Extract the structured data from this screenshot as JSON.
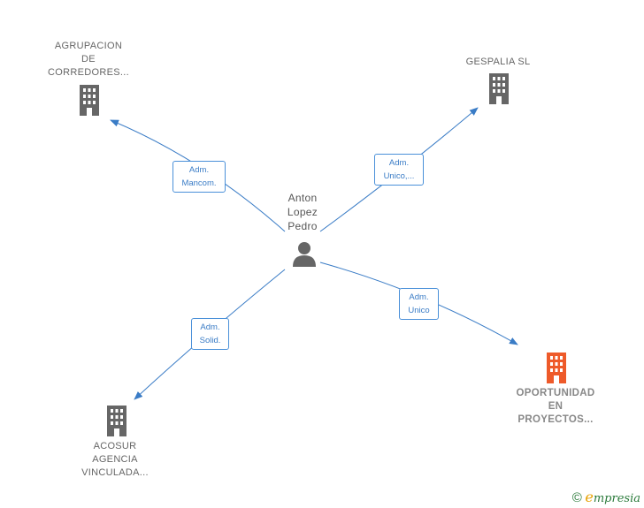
{
  "diagram": {
    "center": {
      "name": "Anton\nLopez\nPedro",
      "icon": "person-icon"
    },
    "companies": [
      {
        "name": "AGRUPACION\nDE\nCORREDORES...",
        "icon": "building-icon",
        "color": "#666666"
      },
      {
        "name": "GESPALIA SL",
        "icon": "building-icon",
        "color": "#666666"
      },
      {
        "name": "OPORTUNIDAD\nEN\nPROYECTOS...",
        "icon": "building-icon",
        "color": "#ee5a2a"
      },
      {
        "name": "ACOSUR\nAGENCIA\nVINCULADA...",
        "icon": "building-icon",
        "color": "#666666"
      }
    ],
    "relations": [
      {
        "label": "Adm.\nMancom."
      },
      {
        "label": "Adm.\nUnico,..."
      },
      {
        "label": "Adm.\nUnico"
      },
      {
        "label": "Adm.\nSolid."
      }
    ],
    "edge_color": "#3a7cc6"
  },
  "footer": {
    "copyright": "©",
    "brand_e": "e",
    "brand_rest": "mpresia"
  }
}
